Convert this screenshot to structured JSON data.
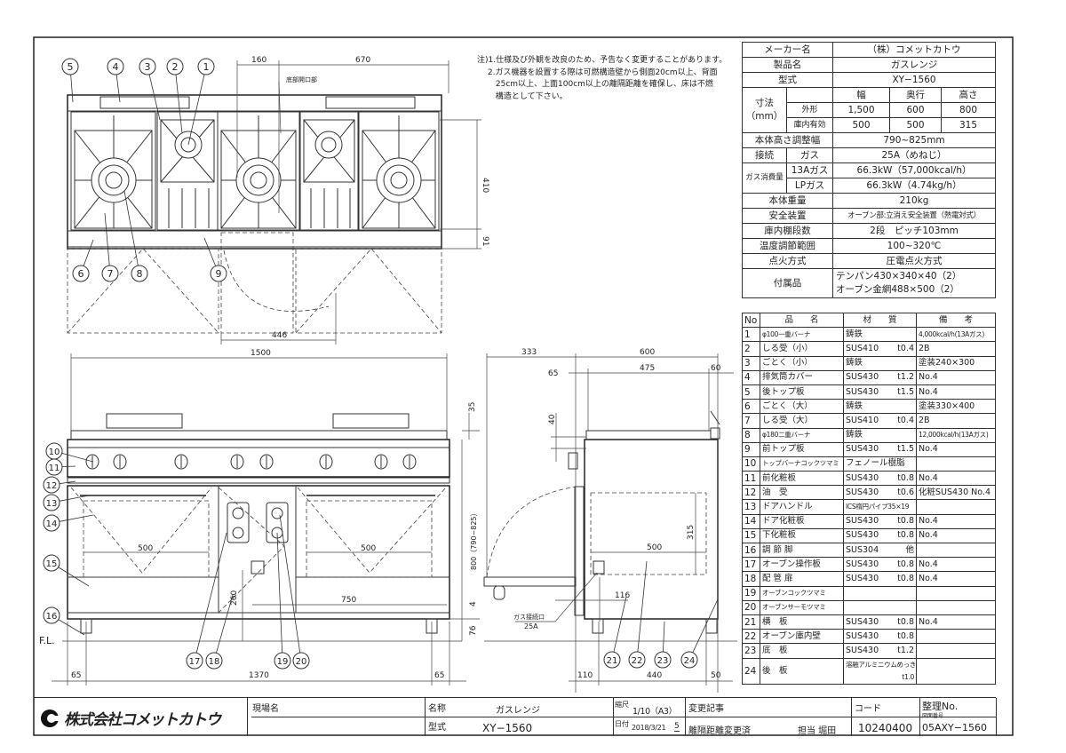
{
  "notes": {
    "line1": "注)1.仕様及び外観を改良のため、予告なく変更することがあります。",
    "line2": "　 2.ガス機器を設置する際は可燃構造壁から側面20cm以上、背面",
    "line3": "　 　25cm以上、上面100cm以上の離隔距離を確保し、床は不燃",
    "line4": "　 　構造として下さい。"
  },
  "spec": {
    "maker_label": "メーカー名",
    "maker": "（株）コメットカトウ",
    "product_label": "製品名",
    "product": "ガスレンジ",
    "model_label": "型式",
    "model": "XY−1560",
    "dims_label": "寸法（mm）",
    "dim_headers": [
      "幅",
      "奥行",
      "高さ"
    ],
    "outer_label": "外形",
    "outer": [
      "1,500",
      "600",
      "800"
    ],
    "inner_label": "庫内有効",
    "inner": [
      "500",
      "500",
      "315"
    ],
    "height_adj_label": "本体高さ調整幅",
    "height_adj": "790~825mm",
    "connection_label": "接続",
    "gas_label": "ガス",
    "connection": "25A（めねじ）",
    "consumption_label": "ガス消費量",
    "c13a_label": "13Aガス",
    "c13a": "66.3kW（57,000kcal/h）",
    "clp_label": "LPガス",
    "clp": "66.3kW（4.74kg/h）",
    "weight_label": "本体重量",
    "weight": "210kg",
    "safety_label": "安全装置",
    "safety": "オーブン部:立消え安全装置（熱電対式）",
    "shelves_label": "庫内棚段数",
    "shelves": "2段　ピッチ103mm",
    "temp_label": "温度調節範囲",
    "temp": "100~320℃",
    "ignition_label": "点火方式",
    "ignition": "圧電点火方式",
    "accessories_label": "付属品",
    "accessories": [
      "テンパン430×340×40（2）",
      "オーブン金網488×500（2）"
    ]
  },
  "parts": {
    "headers": [
      "No",
      "品　　名",
      "材　　質",
      "備　　考"
    ],
    "rows": [
      {
        "no": "1",
        "name": "φ100一重バーナ",
        "material": "鋳鉄",
        "thickness": "",
        "remark": "4,000kcal/h(13Aガス)"
      },
      {
        "no": "2",
        "name": "しる受（小）",
        "material": "SUS410",
        "thickness": "t0.4",
        "remark": "2B"
      },
      {
        "no": "3",
        "name": "ごとく（小）",
        "material": "鋳鉄",
        "thickness": "",
        "remark": "塗装240×300"
      },
      {
        "no": "4",
        "name": "排気筒カバー",
        "material": "SUS430",
        "thickness": "t1.2",
        "remark": "No.4"
      },
      {
        "no": "5",
        "name": "後トップ板",
        "material": "SUS430",
        "thickness": "t1.5",
        "remark": "No.4"
      },
      {
        "no": "6",
        "name": "ごとく（大）",
        "material": "鋳鉄",
        "thickness": "",
        "remark": "塗装330×400"
      },
      {
        "no": "7",
        "name": "しる受（大）",
        "material": "SUS410",
        "thickness": "t0.4",
        "remark": "2B"
      },
      {
        "no": "8",
        "name": "φ180二重バーナ",
        "material": "鋳鉄",
        "thickness": "",
        "remark": "12,000kcal/h(13Aガス)"
      },
      {
        "no": "9",
        "name": "前トップ板",
        "material": "SUS430",
        "thickness": "t1.5",
        "remark": "No.4"
      },
      {
        "no": "10",
        "name": "トップバーナコックツマミ",
        "material": "フェノール樹脂",
        "thickness": "",
        "remark": ""
      },
      {
        "no": "11",
        "name": "前化粧板",
        "material": "SUS430",
        "thickness": "t0.8",
        "remark": "No.4"
      },
      {
        "no": "12",
        "name": "油　受",
        "material": "SUS430",
        "thickness": "t0.6",
        "remark": "化粧SUS430 No.4"
      },
      {
        "no": "13",
        "name": "ドアハンドル",
        "material": "ICS楕円パイプ35×19",
        "thickness": "",
        "remark": ""
      },
      {
        "no": "14",
        "name": "ドア化粧板",
        "material": "SUS430",
        "thickness": "t0.8",
        "remark": "No.4"
      },
      {
        "no": "15",
        "name": "下化粧板",
        "material": "SUS430",
        "thickness": "t0.8",
        "remark": "No.4"
      },
      {
        "no": "16",
        "name": "調 節 脚",
        "material": "SUS304",
        "thickness": "他",
        "remark": ""
      },
      {
        "no": "17",
        "name": "オーブン操作板",
        "material": "SUS430",
        "thickness": "t0.8",
        "remark": "No.4"
      },
      {
        "no": "18",
        "name": "配 管 扉",
        "material": "SUS430",
        "thickness": "t0.8",
        "remark": "No.4"
      },
      {
        "no": "19",
        "name": "オーブンコックツマミ",
        "material": "",
        "thickness": "",
        "remark": ""
      },
      {
        "no": "20",
        "name": "オーブンサーモツマミ",
        "material": "",
        "thickness": "",
        "remark": ""
      },
      {
        "no": "21",
        "name": "横　板",
        "material": "SUS430",
        "thickness": "t0.8",
        "remark": "No.4"
      },
      {
        "no": "22",
        "name": "オーブン庫内壁",
        "material": "SUS430",
        "thickness": "t0.8",
        "remark": ""
      },
      {
        "no": "23",
        "name": "底　板",
        "material": "SUS430",
        "thickness": "t1.2",
        "remark": ""
      },
      {
        "no": "24",
        "name": "後　板",
        "material": "溶融アルミニウムめっき鋼板",
        "thickness": "t1.0",
        "remark": ""
      }
    ]
  },
  "drawing": {
    "top_view": {
      "dim_160": "160",
      "dim_670": "670",
      "dim_410": "410",
      "dim_91": "91",
      "dim_446": "446",
      "opening_label": "底部開口部"
    },
    "front_view": {
      "dim_1500": "1500",
      "dim_500_left": "500",
      "dim_500_right": "500",
      "dim_750": "750",
      "dim_260": "260",
      "dim_35": "35",
      "dim_height": "800（790~825）",
      "dim_4": "4",
      "dim_76": "76",
      "dim_65_left": "65",
      "dim_1370": "1370",
      "dim_65_right": "65",
      "fl_label": "F.L."
    },
    "side_view": {
      "dim_333": "333",
      "dim_600": "600",
      "dim_65": "65",
      "dim_475": "475",
      "dim_60": "60",
      "dim_40": "40",
      "dim_315": "315",
      "dim_500": "500",
      "dim_116": "116",
      "gas_inlet_label": "ガス接続口",
      "gas_inlet_size": "25A",
      "dim_110": "110",
      "dim_440": "440",
      "dim_50": "50"
    },
    "balloons": [
      "1",
      "2",
      "3",
      "4",
      "5",
      "6",
      "7",
      "8",
      "9",
      "10",
      "11",
      "12",
      "13",
      "14",
      "15",
      "16",
      "17",
      "18",
      "19",
      "20",
      "21",
      "22",
      "23",
      "24"
    ]
  },
  "title_block": {
    "logo": "株式会社コメットカトウ",
    "site_label": "現場名",
    "name_label": "名称",
    "name": "ガスレンジ",
    "model_label": "型式",
    "model": "XY−1560",
    "scale_label": "縮尺",
    "scale": "1/10（A3）",
    "date_label": "日付",
    "date": "2018/3/21",
    "revision_mark": "5",
    "change_label": "変更記事",
    "change": "離隔距離変更済",
    "person": "担当 堀田",
    "code_label": "コード",
    "code": "10240400",
    "seiri_label": "整理No.",
    "drawing_no_label": "図面番号",
    "drawing_no": "05AXY−1560"
  }
}
